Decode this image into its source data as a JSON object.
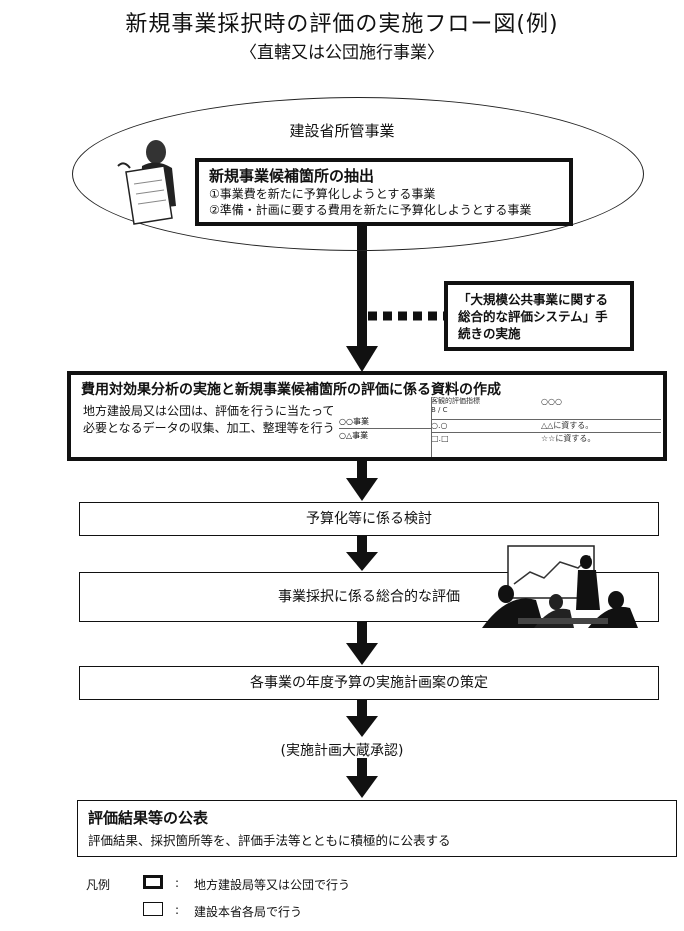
{
  "header": {
    "title": "新規事業採択時の評価の実施フロー図(例)",
    "subtitle": "〈直轄又は公団施行事業〉"
  },
  "ellipse": {
    "label": "建設省所管事業"
  },
  "extract_box": {
    "title": "新規事業候補箇所の抽出",
    "item1": "①事業費を新たに予算化しようとする事業",
    "item2": "②準備・計画に要する費用を新たに予算化しようとする事業"
  },
  "side_box": {
    "text": "「大規模公共事業に関する総合的な評価システム」手続きの実施"
  },
  "cost_box": {
    "title": "費用対効果分析の実施と新規事業候補箇所の評価に係る資料の作成",
    "desc": "地方建設局又は公団は、評価を行うに当たって必要となるデータの収集、加工、整理等を行う",
    "table": {
      "h1": "客観的評価指標",
      "h2": "B / C",
      "h3": "○○○",
      "r1c1": "○○事業",
      "r1c2": "○.○",
      "r1c3": "△△に資する。",
      "r2c1": "○△事業",
      "r2c2": "□.□",
      "r2c3": "☆☆に資する。"
    }
  },
  "steps": {
    "budget": "予算化等に係る検討",
    "evaluation": "事業採択に係る総合的な評価",
    "plan": "各事業の年度予算の実施計画案の策定",
    "approval": "(実施計画大蔵承認)"
  },
  "publish_box": {
    "title": "評価結果等の公表",
    "desc": "評価結果、採択箇所等を、評価手法等とともに積極的に公表する"
  },
  "legend": {
    "label": "凡例",
    "thick": "地方建設局等又は公団で行う",
    "thin": "建設本省各局で行う"
  }
}
